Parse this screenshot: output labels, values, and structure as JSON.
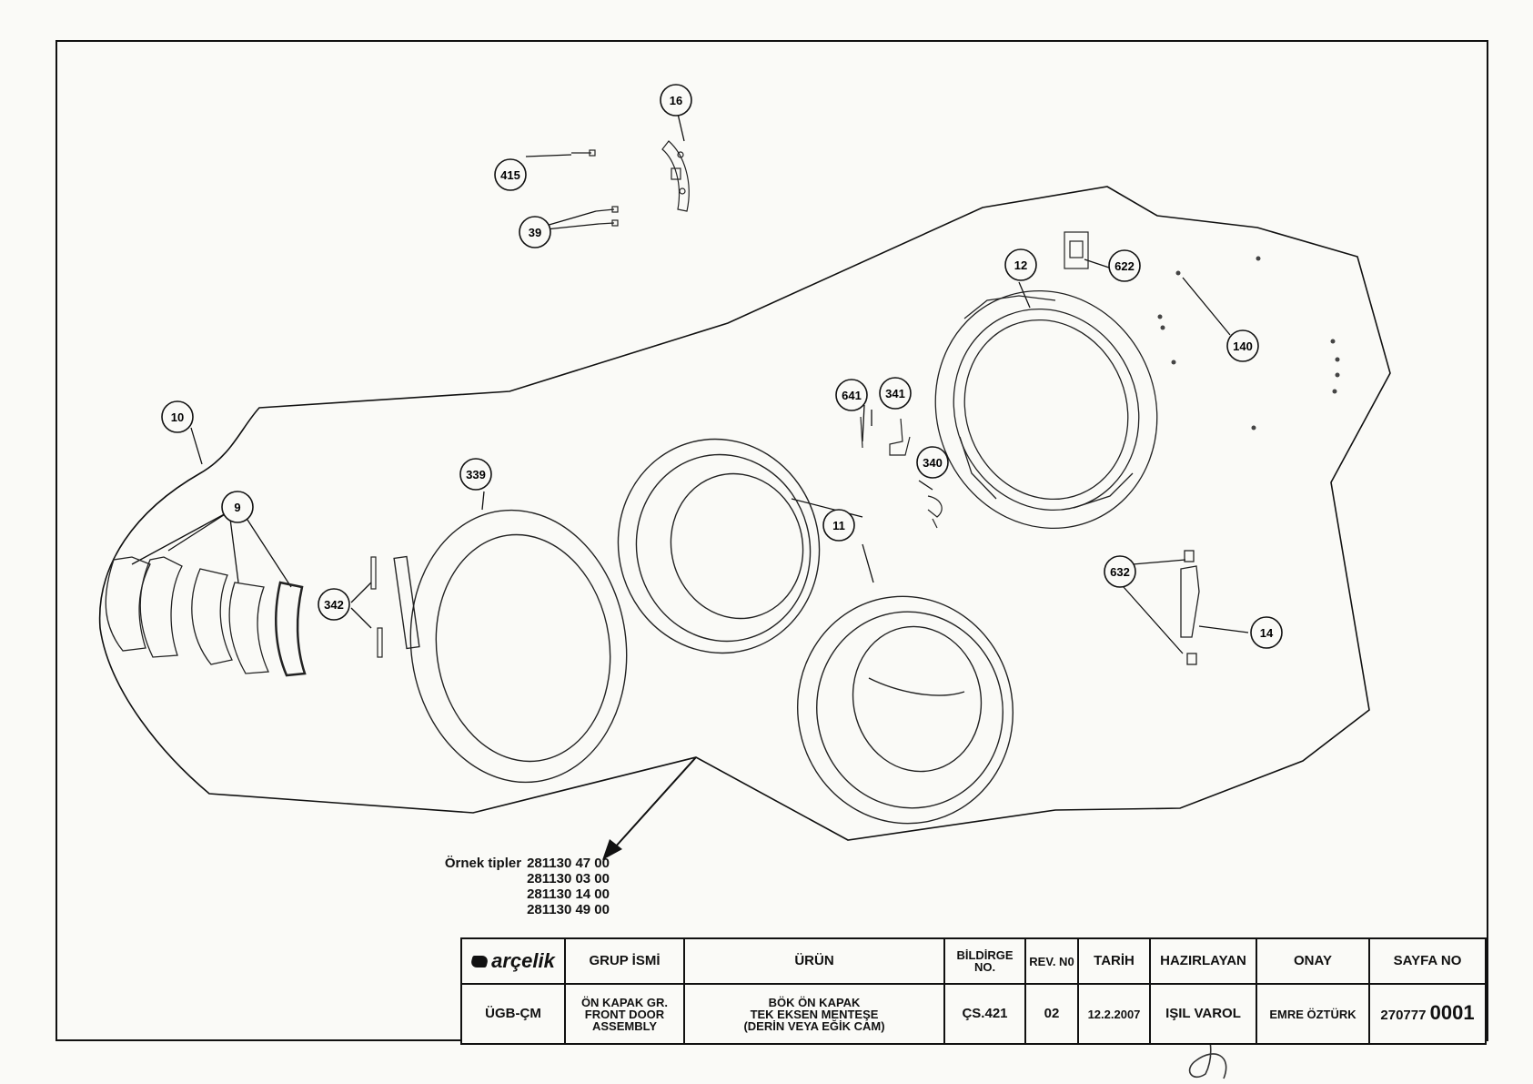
{
  "callouts": [
    "16",
    "415",
    "39",
    "622",
    "12",
    "140",
    "10",
    "641",
    "341",
    "340",
    "9",
    "339",
    "11",
    "342",
    "632",
    "14"
  ],
  "sample_types": {
    "label": "Örnek tipler",
    "codes": [
      "281130 47 00",
      "281130 03 00",
      "281130 14 00",
      "281130 49 00"
    ]
  },
  "title_block": {
    "brand": "arçelik",
    "headers": {
      "group": "GRUP İSMİ",
      "product": "ÜRÜN",
      "notice_no": "BİLDİRGE NO.",
      "rev_no": "REV. N0",
      "date": "TARİH",
      "prepared_by": "HAZIRLAYAN",
      "approval": "ONAY",
      "page_no": "SAYFA NO"
    },
    "values": {
      "dept": "ÜGB-ÇM",
      "group_line1": "ÖN KAPAK GR.",
      "group_line2": "FRONT DOOR",
      "group_line3": "ASSEMBLY",
      "product_line1": "BÖK ÖN KAPAK",
      "product_line2": "TEK EKSEN MENTEŞE",
      "product_line3": "(DERİN VEYA EĞİK CAM)",
      "notice_no": "ÇS.421",
      "rev_no": "02",
      "date": "12.2.2007",
      "prepared_by": "IŞIL VAROL",
      "approval": "EMRE ÖZTÜRK",
      "page_prefix": "270777",
      "page_number": "0001"
    }
  }
}
